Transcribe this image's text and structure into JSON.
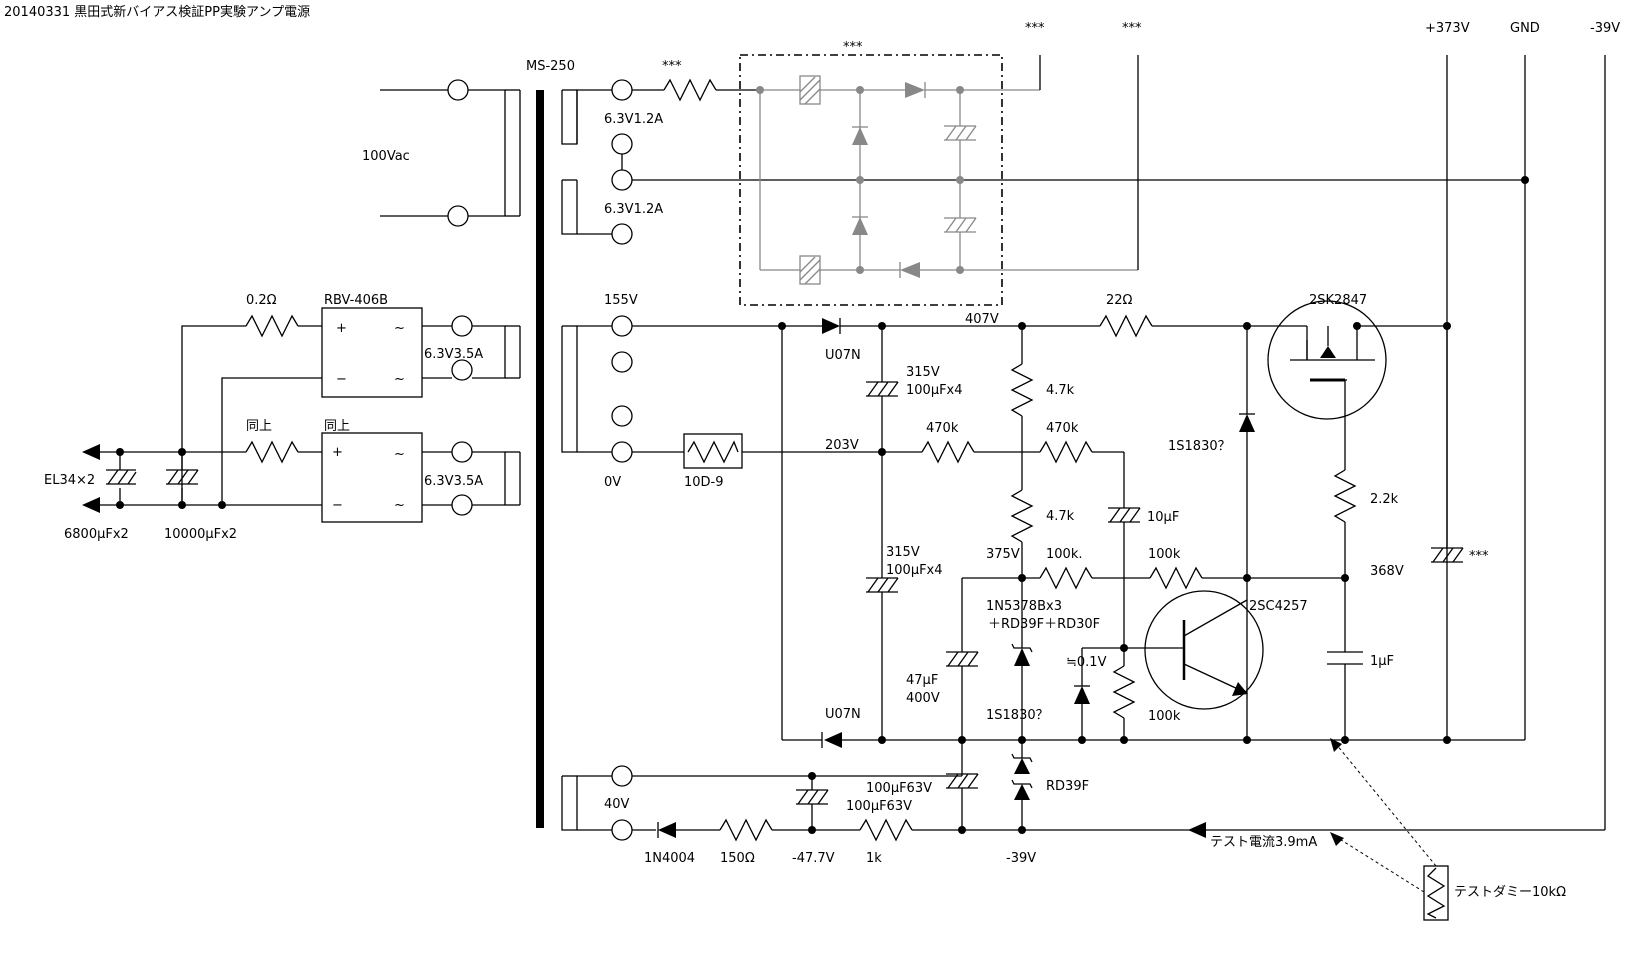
{
  "title": "20140331 黒田式新バイアス検証PP実験アンプ電源",
  "labels": {
    "mains": "100Vac",
    "transformer": "MS-250",
    "heater1": "6.3V1.2A",
    "heater2": "6.3V1.2A",
    "r_heater": "***",
    "bridge_box": "***",
    "out1": "***",
    "out2": "***",
    "rail_plus": "+373V",
    "rail_gnd": "GND",
    "rail_minus": "-39V",
    "r_02": "0.2Ω",
    "rbv": "RBV-406B",
    "doujou1": "同上",
    "doujou2": "同上",
    "plus1": "+",
    "minus1": "−",
    "ac1a": "~",
    "ac1b": "~",
    "plus2": "+",
    "minus2": "−",
    "ac2a": "~",
    "ac2b": "~",
    "sec_63_a": "6.3V3.5A",
    "sec_63_b": "6.3V3.5A",
    "el34": "EL34×2",
    "cap_6800": "6800μFx2",
    "cap_10000": "10000μFx2",
    "v155": "155V",
    "v0": "0V",
    "v40": "40V",
    "u07n_top": "U07N",
    "u07n_bottom": "U07N",
    "v407": "407V",
    "r22": "22Ω",
    "mosfet": "2SK2847",
    "c315_top_v": "315V",
    "c315_top_c": "100μFx4",
    "r47k_top": "4.7k",
    "r10d9": "10D-9",
    "v203": "203V",
    "r470k_a": "470k",
    "r470k_b": "470k",
    "d1s1830_top": "1S1830？",
    "r22k": "2.2k",
    "r47k_bottom": "4.7k",
    "c10u": "10μF",
    "c315_bot_v": "315V",
    "c315_bot_c": "100μFx4",
    "v375": "375V",
    "r100k_a": "100k.",
    "r100k_b": "100k",
    "v368": "368V",
    "cap_star": "***",
    "zener_main": "1N5378Bx3",
    "zener_extra": "＋RD39F＋RD30F",
    "transistor": "2SC4257",
    "v01": "≒0.1V",
    "c1u": "1μF",
    "c47_c": "47μF",
    "c47_v": "400V",
    "d1s1830_bot": "1S1830？",
    "r100k_c": "100k",
    "c100_63_a": "100μF63V",
    "c100_63_b": "100μF63V",
    "rd39f": "RD39F",
    "d1n4004": "1N4004",
    "r150": "150Ω",
    "v477": "-47.7V",
    "r1k": "1k",
    "v39": "-39V",
    "test_current": "テスト電流3.9mA",
    "dummy": "テストダミー10kΩ"
  }
}
